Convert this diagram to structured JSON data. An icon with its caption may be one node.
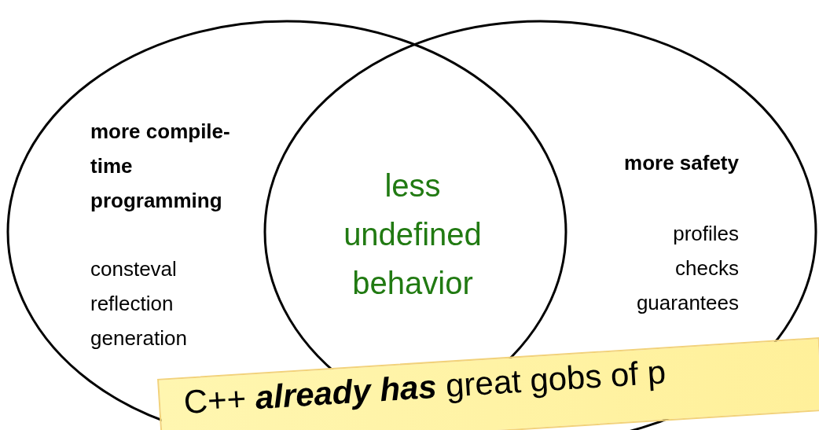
{
  "diagram": {
    "nodes": [
      {
        "text": [
          "more compile-time programming",
          "consteval reflection generation"
        ]
      },
      {
        "text": [
          "more safety",
          "profiles checks guarantees"
        ]
      },
      {
        "text": [
          "less undefined behavior"
        ]
      },
      {
        "text": [
          "C++ **already has** great gobs of p"
        ]
      }
    ]
  }
}
